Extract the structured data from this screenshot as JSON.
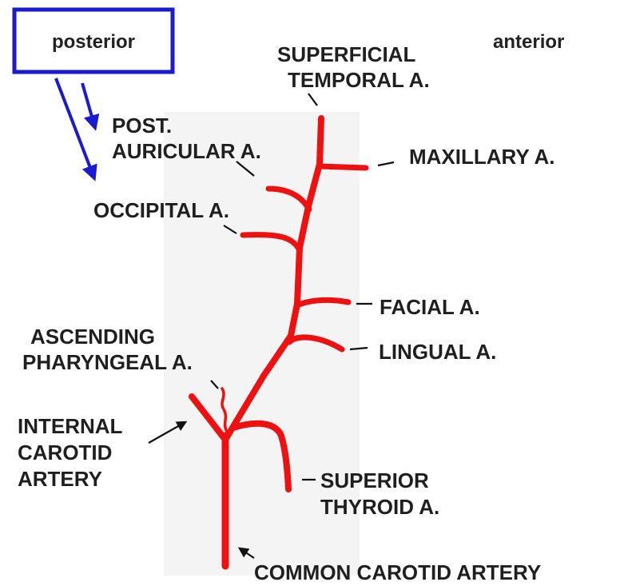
{
  "orientation": {
    "posterior": "posterior",
    "anterior": "anterior"
  },
  "labels": {
    "superficial_temporal": [
      "SUPERFICIAL",
      "TEMPORAL A."
    ],
    "post_auricular": [
      "POST.",
      "AURICULAR A."
    ],
    "maxillary": "MAXILLARY A.",
    "occipital": "OCCIPITAL A.",
    "facial": "FACIAL A.",
    "ascending_pharyngeal": [
      "ASCENDING",
      "PHARYNGEAL A."
    ],
    "lingual": "LINGUAL A.",
    "internal_carotid": [
      "INTERNAL",
      "CAROTID",
      "ARTERY"
    ],
    "superior_thyroid": [
      "SUPERIOR",
      "THYROID A."
    ],
    "common_carotid": "COMMON CAROTID ARTERY"
  },
  "colors": {
    "artery": "#ee1111",
    "posterior_box": "#1a1ad0",
    "posterior_arrows": "#1a1ad0",
    "label_text": "#1f1f1f",
    "panel_background": "#f3f3f3"
  }
}
